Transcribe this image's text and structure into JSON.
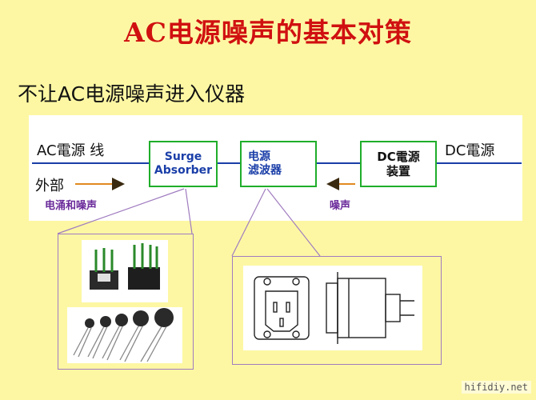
{
  "title": "AC电源噪声的基本对策",
  "subtitle": "不让AC电源噪声进入仪器",
  "diagram": {
    "ac_line_label": "AC電源 线",
    "outside_label": "外部",
    "surge_current_label": "电涌和噪声",
    "surge_box": [
      "Surge",
      "Absorber"
    ],
    "filter_box": [
      "电源",
      "滤波器"
    ],
    "dc_box": [
      "DC電源",
      "装置"
    ],
    "dc_label": "DC電源",
    "noise_label": "噪声"
  },
  "colors": {
    "background": "#fdf7a3",
    "title": "#d01010",
    "line": "#1a3ea8",
    "box_border": "#1fae2a",
    "arrow": "#e08a20",
    "annotation": "#6a2a9a"
  },
  "watermark": "hifidiy.net"
}
